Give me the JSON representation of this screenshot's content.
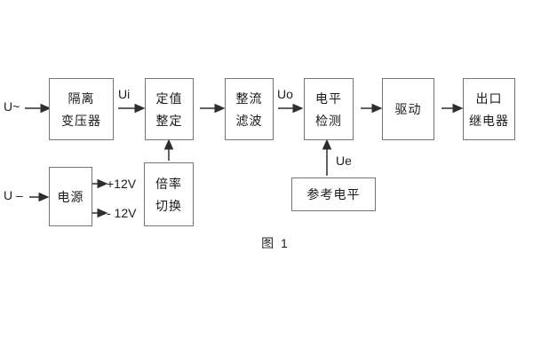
{
  "diagram": {
    "caption": "图 1",
    "blocks": {
      "isolation_transformer": {
        "line1": "隔离",
        "line2": "变压器"
      },
      "value_setting": {
        "line1": "定值",
        "line2": "整定"
      },
      "rectifier_filter": {
        "line1": "整流",
        "line2": "滤波"
      },
      "level_detection": {
        "line1": "电平",
        "line2": "检测"
      },
      "drive": {
        "line1": "驱动"
      },
      "output_relay": {
        "line1": "出口",
        "line2": "继电器"
      },
      "power_supply": {
        "line1": "电源"
      },
      "ratio_switch": {
        "line1": "倍率",
        "line2": "切换"
      },
      "reference_level": {
        "line1": "参考电平"
      }
    },
    "signals": {
      "ac_input": "U~",
      "dc_input": "U –",
      "ui": "Ui",
      "uo": "Uo",
      "ue": "Ue",
      "plus_12v": "+12V",
      "minus_12v": "- 12V"
    },
    "colors": {
      "line": "#2e2e2e",
      "box_border": "#757575",
      "text": "#1a1a1a",
      "background": "#ffffff"
    }
  }
}
